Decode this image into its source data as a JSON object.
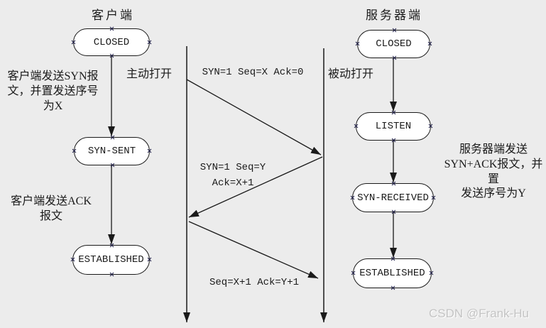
{
  "diagram": {
    "client": {
      "title": "客户端",
      "states": [
        "CLOSED",
        "SYN-SENT",
        "ESTABLISHED"
      ],
      "open_label": "主动打开",
      "annotation_syn": "客户端发送SYN报\n文，并置发送序号\n为X",
      "annotation_ack": "客户端发送ACK\n报文"
    },
    "server": {
      "title": "服务器端",
      "states": [
        "CLOSED",
        "LISTEN",
        "SYN-RECEIVED",
        "ESTABLISHED"
      ],
      "open_label": "被动打开",
      "annotation_synack": "服务器端发送\nSYN+ACK报文，并置\n发送序号为Y"
    },
    "messages": {
      "syn": "SYN=1 Seq=X Ack=0",
      "synack": "SYN=1 Seq=Y\nAck=X+1",
      "ack": "Seq=X+1 Ack=Y+1"
    },
    "watermark": "CSDN @Frank-Hu",
    "colors": {
      "background": "#ececec",
      "box_fill": "#ffffff",
      "stroke": "#1a1a1a",
      "handle": "#1c1c46",
      "watermark_text": "#c4c4c4"
    }
  }
}
